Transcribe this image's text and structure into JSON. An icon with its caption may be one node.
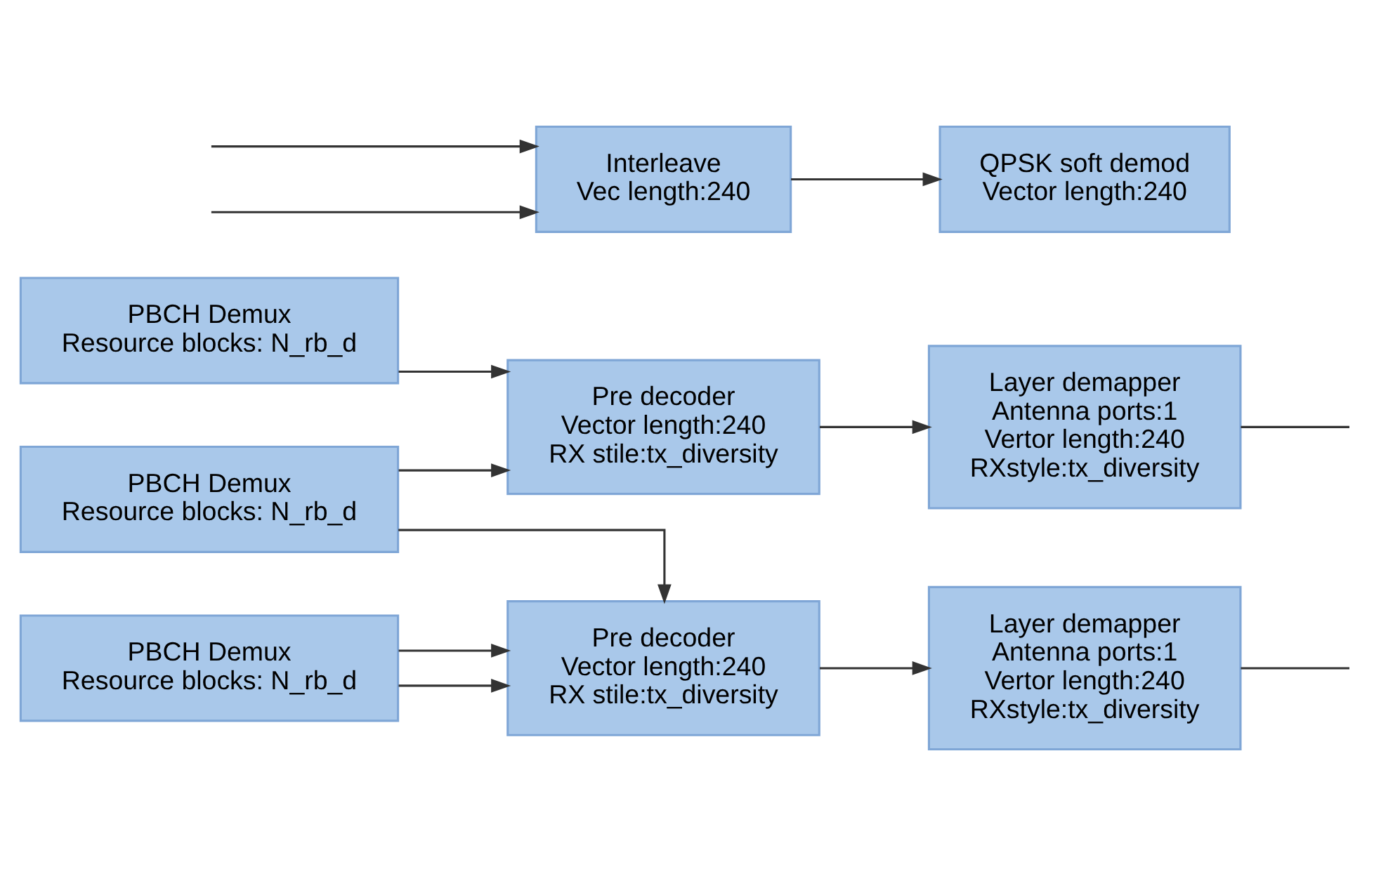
{
  "diagram": {
    "nodes": [
      {
        "text": [
          "PBCH Demux",
          "Resource blocks: N_rb_d"
        ]
      },
      {
        "text": [
          "PBCH Demux",
          "Resource blocks: N_rb_d"
        ]
      },
      {
        "text": [
          "PBCH Demux",
          "Resource blocks: N_rb_d"
        ]
      },
      {
        "text": [
          "Pre decoder",
          "Vector length:240",
          "RX stile:tx_diversity"
        ]
      },
      {
        "text": [
          "Pre decoder",
          "Vector length:240",
          "RX stile:tx_diversity"
        ]
      },
      {
        "text": [
          "Layer demapper",
          "Antenna ports:1",
          "Vertor length:240",
          "RXstyle:tx_diversity"
        ]
      },
      {
        "text": [
          "Layer demapper",
          "Antenna ports:1",
          "Vertor length:240",
          "RXstyle:tx_diversity"
        ]
      },
      {
        "text": [
          "QPSK soft demod",
          "Vector length:240"
        ]
      },
      {
        "text": [
          "Interleave",
          "Vec length:240"
        ]
      }
    ],
    "edges": [
      {
        "from": 0,
        "to": 3,
        "arrow": "to"
      },
      {
        "from": 0,
        "to": 4,
        "arrow": "to"
      },
      {
        "from": 1,
        "to": 3,
        "arrow": "to"
      },
      {
        "from": 2,
        "to": 4,
        "arrow": "to"
      },
      {
        "from": 2,
        "to": 4,
        "arrow": "to"
      },
      {
        "from": 3,
        "to": 5,
        "arrow": "to"
      },
      {
        "from": 4,
        "to": 6,
        "arrow": "to"
      },
      {
        "from": 5,
        "to": null,
        "arrow": "none"
      },
      {
        "from": 6,
        "to": null,
        "arrow": "none"
      },
      {
        "from": null,
        "to": 8,
        "arrow": "to"
      },
      {
        "from": null,
        "to": 8,
        "arrow": "to"
      },
      {
        "from": 8,
        "to": 7,
        "arrow": "to"
      }
    ]
  }
}
